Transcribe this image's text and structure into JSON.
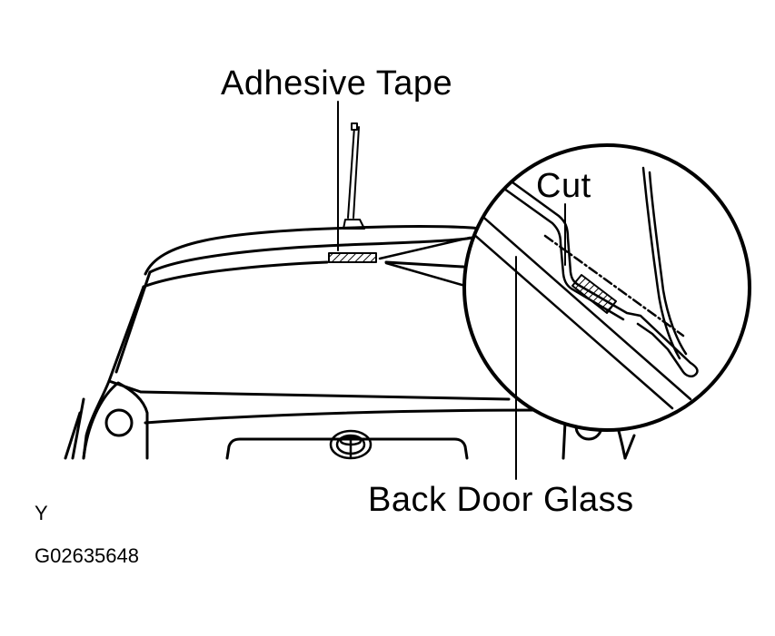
{
  "labels": {
    "adhesive_tape": "Adhesive Tape",
    "cut": "Cut",
    "back_door_glass": "Back Door Glass",
    "orientation_mark": "Y",
    "figure_code": "G02635648"
  },
  "colors": {
    "ink": "#000000",
    "paper": "#ffffff"
  }
}
